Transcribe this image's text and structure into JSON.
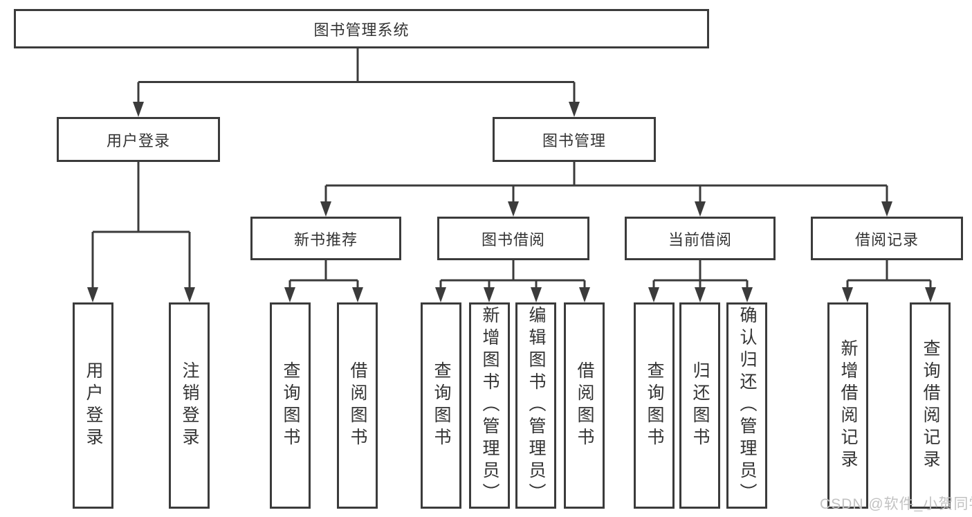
{
  "diagram": {
    "root": {
      "label": "图书管理系统"
    },
    "level2": [
      {
        "label": "用户登录",
        "leaves": [
          "用户登录",
          "注销登录"
        ]
      },
      {
        "label": "图书管理",
        "children": [
          {
            "label": "新书推荐",
            "leaves": [
              "查询图书",
              "借阅图书"
            ]
          },
          {
            "label": "图书借阅",
            "leaves": [
              "查询图书",
              "新增图书（管理员）",
              "编辑图书（管理员）",
              "借阅图书"
            ]
          },
          {
            "label": "当前借阅",
            "leaves": [
              "查询图书",
              "归还图书",
              "确认归还（管理员）"
            ]
          },
          {
            "label": "借阅记录",
            "leaves": [
              "新增借阅记录",
              "查询借阅记录"
            ]
          }
        ]
      }
    ]
  },
  "watermark": {
    "text": "CSDN @软件_小贺同学"
  },
  "colors": {
    "line_color": "#3b3b3b",
    "text_color": "#333333",
    "box_bg": "#ffffff",
    "bg_color": "#ffffff",
    "watermark_color": "#c2c2c2"
  }
}
